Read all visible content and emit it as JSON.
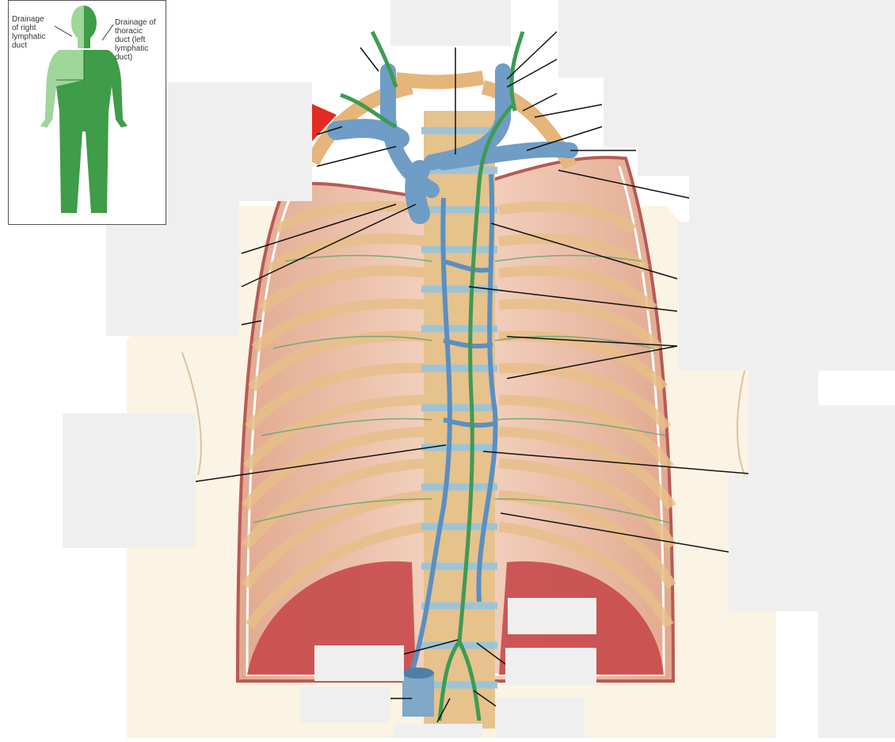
{
  "inset": {
    "right_label": [
      "Drainage",
      "of right",
      "lymphatic",
      "duct"
    ],
    "left_label": [
      "Drainage of",
      "thoracic",
      "duct (left",
      "lymphatic",
      "duct)"
    ]
  },
  "colors": {
    "rib_tan": "#e8bf8a",
    "pleura_pink": "#efc2b8",
    "vein_blue": "#6f9dc6",
    "lymph_green": "#3f9a55",
    "diaphragm_red": "#c8494b",
    "arrow_red": "#e32b22",
    "skin": "#fbf3e4",
    "label_box": "#efefef",
    "drainage_light": "#9fd69a",
    "drainage_dark": "#3f9c48"
  },
  "label_box_count": 18
}
